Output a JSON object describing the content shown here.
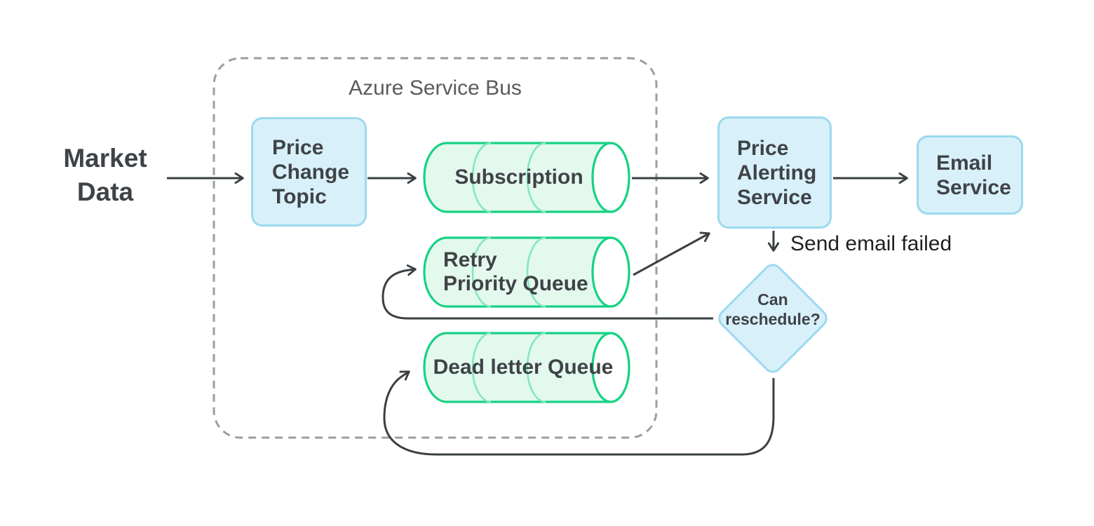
{
  "colors": {
    "line": "#3a3f42",
    "dash": "#9b9ea0",
    "text": "#3f4347",
    "muted": "#585c5f",
    "edge_text": "#1e2022",
    "node_fill": "#d8f0fa",
    "node_border": "#9cd9ef",
    "queue_fill": "#e4f9ee",
    "queue_stroke": "#16d283",
    "queue_arc": "#84e7c0",
    "bg": "#ffffff"
  },
  "external": {
    "market_data": {
      "label": "Market\nData"
    }
  },
  "service_bus": {
    "label": "Azure Service Bus"
  },
  "nodes": {
    "price_change_topic": {
      "label": "Price\nChange\nTopic",
      "type": "topic"
    },
    "subscription": {
      "label": "Subscription",
      "type": "queue"
    },
    "retry_priority_queue": {
      "label": "Retry\nPriority Queue",
      "type": "queue"
    },
    "dead_letter_queue": {
      "label": "Dead letter Queue",
      "type": "queue"
    },
    "price_alerting_service": {
      "label": "Price\nAlerting\nService",
      "type": "service"
    },
    "email_service": {
      "label": "Email\nService",
      "type": "service"
    },
    "can_reschedule": {
      "label": "Can\nreschedule?",
      "type": "decision"
    }
  },
  "edges": {
    "send_email_failed": {
      "label": "Send email failed"
    }
  }
}
